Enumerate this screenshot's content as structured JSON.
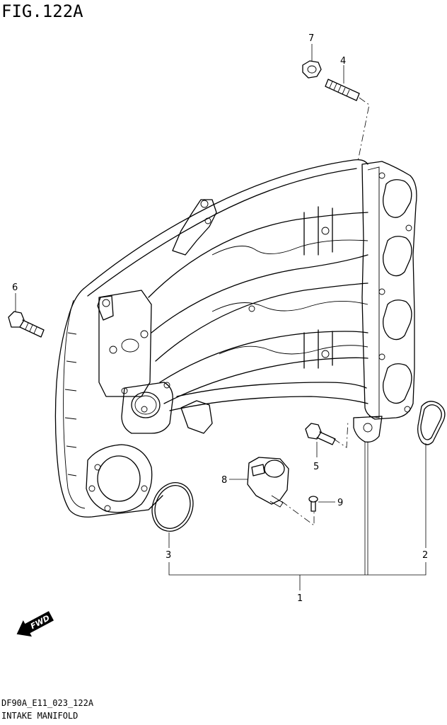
{
  "figure": {
    "title": "FIG.122A"
  },
  "footer": {
    "code": "DF90A_E11_023_122A",
    "caption": "INTAKE MANIFOLD"
  },
  "callouts": [
    "1",
    "2",
    "3",
    "4",
    "5",
    "6",
    "7",
    "8",
    "9"
  ],
  "fwd_label": "FWD"
}
